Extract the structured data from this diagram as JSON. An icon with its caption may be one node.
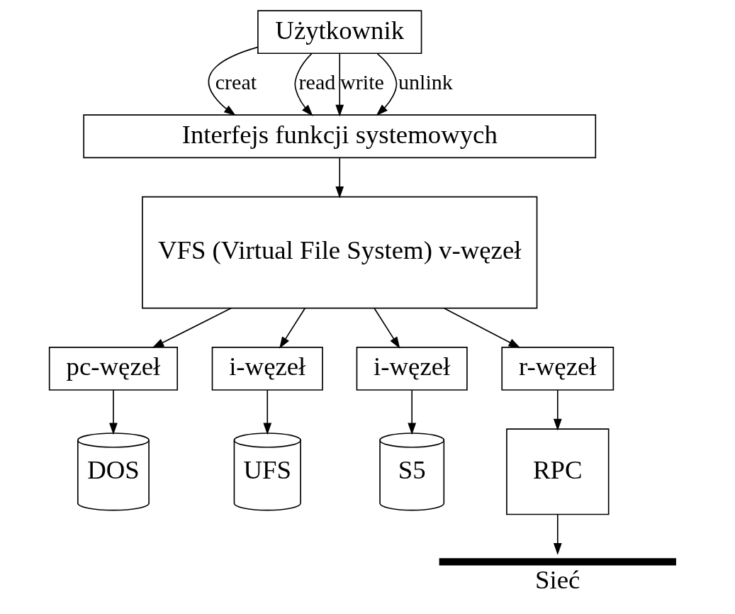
{
  "diagram": {
    "nodes": [
      {
        "text": [
          "Użytkownik"
        ]
      },
      {
        "text": [
          "Interfejs funkcji systemowych"
        ]
      },
      {
        "text": [
          "VFS (Virtual File System) v-węzeł"
        ]
      },
      {
        "text": [
          "pc-węzeł"
        ]
      },
      {
        "text": [
          "i-węzeł"
        ]
      },
      {
        "text": [
          "i-węzeł"
        ]
      },
      {
        "text": [
          "r-węzeł"
        ]
      },
      {
        "text": [
          "DOS"
        ]
      },
      {
        "text": [
          "UFS"
        ]
      },
      {
        "text": [
          "S5"
        ]
      },
      {
        "text": [
          "RPC"
        ]
      },
      {
        "text": [
          "Sieć"
        ]
      }
    ],
    "edges": [
      {
        "from": 0,
        "to": 1,
        "arrow": "to",
        "label": "creat"
      },
      {
        "from": 0,
        "to": 1,
        "arrow": "to",
        "label": "read"
      },
      {
        "from": 0,
        "to": 1,
        "arrow": "to",
        "label": "write"
      },
      {
        "from": 0,
        "to": 1,
        "arrow": "to",
        "label": "unlink"
      },
      {
        "from": 1,
        "to": 2,
        "arrow": "to"
      },
      {
        "from": 2,
        "to": 3,
        "arrow": "to"
      },
      {
        "from": 2,
        "to": 4,
        "arrow": "to"
      },
      {
        "from": 2,
        "to": 5,
        "arrow": "to"
      },
      {
        "from": 2,
        "to": 6,
        "arrow": "to"
      },
      {
        "from": 3,
        "to": 7,
        "arrow": "to"
      },
      {
        "from": 4,
        "to": 8,
        "arrow": "to"
      },
      {
        "from": 5,
        "to": 9,
        "arrow": "to"
      },
      {
        "from": 6,
        "to": 10,
        "arrow": "to"
      },
      {
        "from": 10,
        "to": 11,
        "arrow": "to"
      }
    ]
  }
}
